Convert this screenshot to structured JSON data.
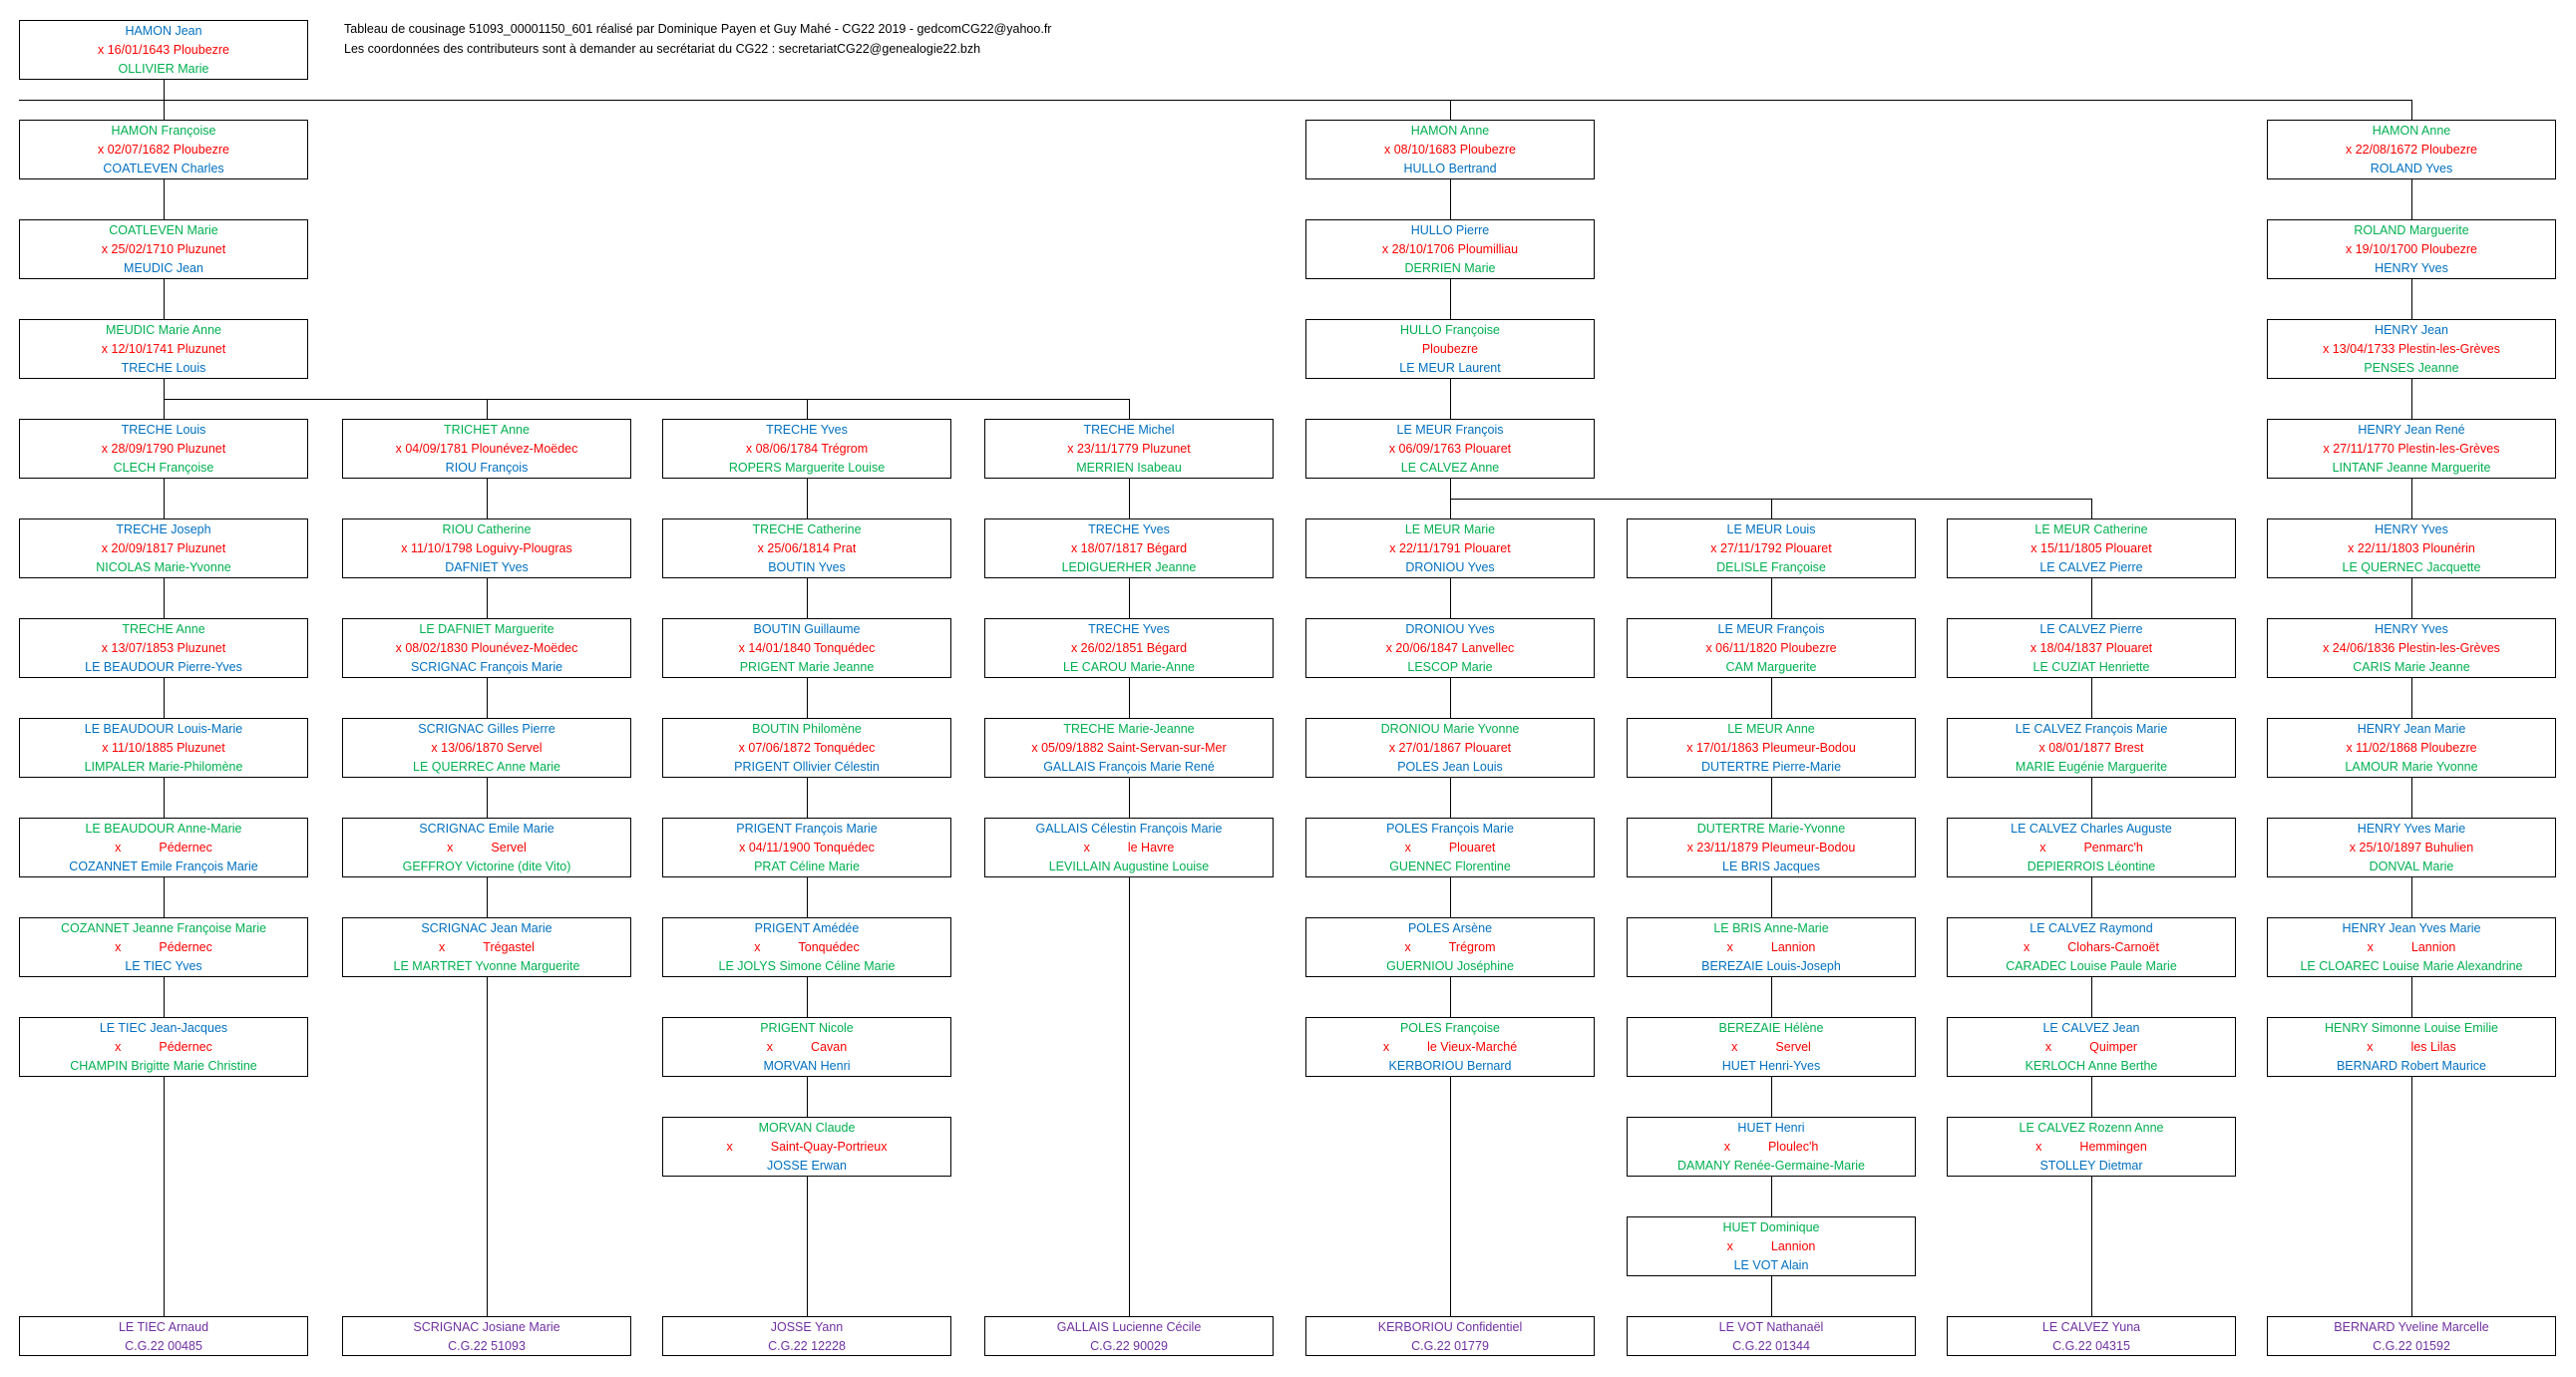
{
  "header": {
    "line1": "Tableau de cousinage 51093_00001150_601 réalisé par Dominique Payen et Guy Mahé - CG22 2019 - gedcomCG22@yahoo.fr",
    "line2": "Les coordonnées des contributeurs sont à demander au secrétariat du CG22 :  secretariatCG22@genealogie22.bzh"
  },
  "colors": {
    "blue": "#0070C0",
    "red": "#FF0000",
    "green": "#00B050",
    "purple": "#7030A0"
  },
  "root": {
    "top": "HAMON Jean",
    "top_color": "blue",
    "marriage": "x 16/01/1643 Ploubezre",
    "bottom": "OLLIVIER Marie",
    "bottom_color": "green"
  },
  "boxes": [
    {
      "col": 0,
      "row": 1,
      "top": "HAMON Françoise",
      "tc": "green",
      "mx": "",
      "marriage": "x 02/07/1682 Ploubezre",
      "bottom": "COATLEVEN Charles",
      "bc": "blue"
    },
    {
      "col": 4,
      "row": 1,
      "top": "HAMON Anne",
      "tc": "green",
      "marriage": "x 08/10/1683 Ploubezre",
      "bottom": "HULLO Bertrand",
      "bc": "blue"
    },
    {
      "col": 7,
      "row": 1,
      "top": "HAMON Anne",
      "tc": "green",
      "marriage": "x 22/08/1672 Ploubezre",
      "bottom": "ROLAND Yves",
      "bc": "blue"
    },
    {
      "col": 0,
      "row": 2,
      "top": "COATLEVEN Marie",
      "tc": "green",
      "marriage": "x 25/02/1710 Pluzunet",
      "bottom": "MEUDIC Jean",
      "bc": "blue"
    },
    {
      "col": 4,
      "row": 2,
      "top": "HULLO Pierre",
      "tc": "blue",
      "marriage": "x 28/10/1706 Ploumilliau",
      "bottom": "DERRIEN Marie",
      "bc": "green"
    },
    {
      "col": 7,
      "row": 2,
      "top": "ROLAND Marguerite",
      "tc": "green",
      "marriage": "x 19/10/1700 Ploubezre",
      "bottom": "HENRY Yves",
      "bc": "blue"
    },
    {
      "col": 0,
      "row": 3,
      "top": "MEUDIC Marie Anne",
      "tc": "green",
      "marriage": "x 12/10/1741 Pluzunet",
      "bottom": "TRECHE Louis",
      "bc": "blue"
    },
    {
      "col": 4,
      "row": 3,
      "top": "HULLO Françoise",
      "tc": "green",
      "marriage": "Ploubezre",
      "bottom": "LE MEUR Laurent",
      "bc": "blue"
    },
    {
      "col": 7,
      "row": 3,
      "top": "HENRY Jean",
      "tc": "blue",
      "marriage": "x 13/04/1733 Plestin-les-Grèves",
      "bottom": "PENSES Jeanne",
      "bc": "green"
    },
    {
      "col": 0,
      "row": 4,
      "top": "TRECHE Louis",
      "tc": "blue",
      "marriage": "x 28/09/1790 Pluzunet",
      "bottom": "CLECH Françoise",
      "bc": "green"
    },
    {
      "col": 1,
      "row": 4,
      "top": "TRICHET Anne",
      "tc": "green",
      "marriage": "x 04/09/1781 Plounévez-Moëdec",
      "bottom": "RIOU François",
      "bc": "blue"
    },
    {
      "col": 2,
      "row": 4,
      "top": "TRECHE Yves",
      "tc": "blue",
      "marriage": "x 08/06/1784 Trégrom",
      "bottom": "ROPERS Marguerite Louise",
      "bc": "green"
    },
    {
      "col": 3,
      "row": 4,
      "top": "TRECHE Michel",
      "tc": "blue",
      "marriage": "x 23/11/1779 Pluzunet",
      "bottom": "MERRIEN Isabeau",
      "bc": "green"
    },
    {
      "col": 4,
      "row": 4,
      "top": "LE MEUR François",
      "tc": "blue",
      "marriage": "x 06/09/1763 Plouaret",
      "bottom": "LE CALVEZ Anne",
      "bc": "green"
    },
    {
      "col": 7,
      "row": 4,
      "top": "HENRY Jean René",
      "tc": "blue",
      "marriage": "x 27/11/1770 Plestin-les-Grèves",
      "bottom": "LINTANF Jeanne Marguerite",
      "bc": "green"
    },
    {
      "col": 0,
      "row": 5,
      "top": "TRECHE Joseph",
      "tc": "blue",
      "marriage": "x 20/09/1817 Pluzunet",
      "bottom": "NICOLAS Marie-Yvonne",
      "bc": "green"
    },
    {
      "col": 1,
      "row": 5,
      "top": "RIOU Catherine",
      "tc": "green",
      "marriage": "x 11/10/1798 Loguivy-Plougras",
      "bottom": "DAFNIET Yves",
      "bc": "blue"
    },
    {
      "col": 2,
      "row": 5,
      "top": "TRECHE Catherine",
      "tc": "green",
      "marriage": "x 25/06/1814 Prat",
      "bottom": "BOUTIN Yves",
      "bc": "blue"
    },
    {
      "col": 3,
      "row": 5,
      "top": "TRECHE Yves",
      "tc": "blue",
      "marriage": "x 18/07/1817 Bégard",
      "bottom": "LEDIGUERHER Jeanne",
      "bc": "green"
    },
    {
      "col": 4,
      "row": 5,
      "top": "LE MEUR Marie",
      "tc": "green",
      "marriage": "x 22/11/1791 Plouaret",
      "bottom": "DRONIOU Yves",
      "bc": "blue"
    },
    {
      "col": 5,
      "row": 5,
      "top": "LE MEUR Louis",
      "tc": "blue",
      "marriage": "x 27/11/1792 Plouaret",
      "bottom": "DELISLE Françoise",
      "bc": "green"
    },
    {
      "col": 6,
      "row": 5,
      "top": "LE MEUR Catherine",
      "tc": "green",
      "marriage": "x 15/11/1805 Plouaret",
      "bottom": "LE CALVEZ Pierre",
      "bc": "blue"
    },
    {
      "col": 7,
      "row": 5,
      "top": "HENRY Yves",
      "tc": "blue",
      "marriage": "x 22/11/1803 Plounérin",
      "bottom": "LE QUERNEC Jacquette",
      "bc": "green"
    },
    {
      "col": 0,
      "row": 6,
      "top": "TRECHE Anne",
      "tc": "green",
      "marriage": "x 13/07/1853 Pluzunet",
      "bottom": "LE BEAUDOUR Pierre-Yves",
      "bc": "blue"
    },
    {
      "col": 1,
      "row": 6,
      "top": "LE DAFNIET Marguerite",
      "tc": "green",
      "marriage": "x 08/02/1830 Plounévez-Moëdec",
      "bottom": "SCRIGNAC François Marie",
      "bc": "blue"
    },
    {
      "col": 2,
      "row": 6,
      "top": "BOUTIN Guillaume",
      "tc": "blue",
      "marriage": "x 14/01/1840 Tonquédec",
      "bottom": "PRIGENT Marie Jeanne",
      "bc": "green"
    },
    {
      "col": 3,
      "row": 6,
      "top": "TRECHE Yves",
      "tc": "blue",
      "marriage": "x 26/02/1851 Bégard",
      "bottom": "LE CAROU Marie-Anne",
      "bc": "green"
    },
    {
      "col": 4,
      "row": 6,
      "top": "DRONIOU Yves",
      "tc": "blue",
      "marriage": "x 20/06/1847 Lanvellec",
      "bottom": "LESCOP Marie",
      "bc": "green"
    },
    {
      "col": 5,
      "row": 6,
      "top": "LE MEUR François",
      "tc": "blue",
      "marriage": "x 06/11/1820 Ploubezre",
      "bottom": "CAM Marguerite",
      "bc": "green"
    },
    {
      "col": 6,
      "row": 6,
      "top": "LE CALVEZ Pierre",
      "tc": "blue",
      "marriage": "x 18/04/1837 Plouaret",
      "bottom": "LE CUZIAT Henriette",
      "bc": "green"
    },
    {
      "col": 7,
      "row": 6,
      "top": "HENRY Yves",
      "tc": "blue",
      "marriage": "x 24/06/1836 Plestin-les-Grèves",
      "bottom": "CARIS Marie Jeanne",
      "bc": "green"
    },
    {
      "col": 0,
      "row": 7,
      "top": "LE BEAUDOUR Louis-Marie",
      "tc": "blue",
      "marriage": "x 11/10/1885 Pluzunet",
      "bottom": "LIMPALER Marie-Philomène",
      "bc": "green"
    },
    {
      "col": 1,
      "row": 7,
      "top": "SCRIGNAC Gilles Pierre",
      "tc": "blue",
      "marriage": "x 13/06/1870 Servel",
      "bottom": "LE QUERREC Anne Marie",
      "bc": "green"
    },
    {
      "col": 2,
      "row": 7,
      "top": "BOUTIN Philomène",
      "tc": "green",
      "marriage": "x 07/06/1872 Tonquédec",
      "bottom": "PRIGENT Ollivier Célestin",
      "bc": "blue"
    },
    {
      "col": 3,
      "row": 7,
      "top": "TRECHE Marie-Jeanne",
      "tc": "green",
      "marriage": "x 05/09/1882 Saint-Servan-sur-Mer",
      "bottom": "GALLAIS François Marie René",
      "bc": "blue"
    },
    {
      "col": 4,
      "row": 7,
      "top": "DRONIOU Marie Yvonne",
      "tc": "green",
      "marriage": "x 27/01/1867 Plouaret",
      "bottom": "POLES Jean Louis",
      "bc": "blue"
    },
    {
      "col": 5,
      "row": 7,
      "top": "LE MEUR Anne",
      "tc": "green",
      "marriage": "x 17/01/1863 Pleumeur-Bodou",
      "bottom": "DUTERTRE Pierre-Marie",
      "bc": "blue"
    },
    {
      "col": 6,
      "row": 7,
      "top": "LE CALVEZ François Marie",
      "tc": "blue",
      "marriage": "x 08/01/1877 Brest",
      "bottom": "MARIE Eugénie Marguerite",
      "bc": "green"
    },
    {
      "col": 7,
      "row": 7,
      "top": "HENRY Jean Marie",
      "tc": "blue",
      "marriage": "x 11/02/1868 Ploubezre",
      "bottom": "LAMOUR Marie Yvonne",
      "bc": "green"
    },
    {
      "col": 0,
      "row": 8,
      "top": "LE BEAUDOUR Anne-Marie",
      "tc": "green",
      "mx": "x",
      "marriage": "Pédernec",
      "bottom": "COZANNET Emile François Marie",
      "bc": "blue"
    },
    {
      "col": 1,
      "row": 8,
      "top": "SCRIGNAC Emile Marie",
      "tc": "blue",
      "mx": "x",
      "marriage": "Servel",
      "bottom": "GEFFROY Victorine (dite Vito)",
      "bc": "green"
    },
    {
      "col": 2,
      "row": 8,
      "top": "PRIGENT François Marie",
      "tc": "blue",
      "marriage": "x 04/11/1900 Tonquédec",
      "bottom": "PRAT Céline Marie",
      "bc": "green"
    },
    {
      "col": 3,
      "row": 8,
      "top": "GALLAIS Célestin François Marie",
      "tc": "blue",
      "mx": "x",
      "marriage": "le Havre",
      "bottom": "LEVILLAIN Augustine Louise",
      "bc": "green"
    },
    {
      "col": 4,
      "row": 8,
      "top": "POLES François Marie",
      "tc": "blue",
      "mx": "x",
      "marriage": "Plouaret",
      "bottom": "GUENNEC Florentine",
      "bc": "green"
    },
    {
      "col": 5,
      "row": 8,
      "top": "DUTERTRE Marie-Yvonne",
      "tc": "green",
      "marriage": "x 23/11/1879 Pleumeur-Bodou",
      "bottom": "LE BRIS Jacques",
      "bc": "blue"
    },
    {
      "col": 6,
      "row": 8,
      "top": "LE CALVEZ Charles Auguste",
      "tc": "blue",
      "mx": "x",
      "marriage": "Penmarc'h",
      "bottom": "DEPIERROIS Léontine",
      "bc": "green"
    },
    {
      "col": 7,
      "row": 8,
      "top": "HENRY Yves Marie",
      "tc": "blue",
      "marriage": "x 25/10/1897 Buhulien",
      "bottom": "DONVAL Marie",
      "bc": "green"
    },
    {
      "col": 0,
      "row": 9,
      "top": "COZANNET Jeanne Françoise Marie",
      "tc": "green",
      "mx": "x",
      "marriage": "Pédernec",
      "bottom": "LE TIEC Yves",
      "bc": "blue"
    },
    {
      "col": 1,
      "row": 9,
      "top": "SCRIGNAC Jean Marie",
      "tc": "blue",
      "mx": "x",
      "marriage": "Trégastel",
      "bottom": "LE MARTRET Yvonne Marguerite",
      "bc": "green"
    },
    {
      "col": 2,
      "row": 9,
      "top": "PRIGENT Amédée",
      "tc": "blue",
      "mx": "x",
      "marriage": "Tonquédec",
      "bottom": "LE JOLYS Simone Céline Marie",
      "bc": "green"
    },
    {
      "col": 4,
      "row": 9,
      "top": "POLES Arsène",
      "tc": "blue",
      "mx": "x",
      "marriage": "Trégrom",
      "bottom": "GUERNIOU Joséphine",
      "bc": "green"
    },
    {
      "col": 5,
      "row": 9,
      "top": "LE BRIS Anne-Marie",
      "tc": "green",
      "mx": "x",
      "marriage": "Lannion",
      "bottom": "BEREZAIE Louis-Joseph",
      "bc": "blue"
    },
    {
      "col": 6,
      "row": 9,
      "top": "LE CALVEZ Raymond",
      "tc": "blue",
      "mx": "x",
      "marriage": "Clohars-Carnoët",
      "bottom": "CARADEC Louise Paule Marie",
      "bc": "green"
    },
    {
      "col": 7,
      "row": 9,
      "top": "HENRY Jean Yves Marie",
      "tc": "blue",
      "mx": "x",
      "marriage": "Lannion",
      "bottom": "LE CLOAREC Louise Marie Alexandrine",
      "bc": "green"
    },
    {
      "col": 0,
      "row": 10,
      "top": "LE TIEC Jean-Jacques",
      "tc": "blue",
      "mx": "x",
      "marriage": "Pédernec",
      "bottom": "CHAMPIN Brigitte Marie Christine",
      "bc": "green"
    },
    {
      "col": 2,
      "row": 10,
      "top": "PRIGENT Nicole",
      "tc": "green",
      "mx": "x",
      "marriage": "Cavan",
      "bottom": "MORVAN Henri",
      "bc": "blue"
    },
    {
      "col": 4,
      "row": 10,
      "top": "POLES Françoise",
      "tc": "green",
      "mx": "x",
      "marriage": "le Vieux-Marché",
      "bottom": "KERBORIOU Bernard",
      "bc": "blue"
    },
    {
      "col": 5,
      "row": 10,
      "top": "BEREZAIE Hélène",
      "tc": "green",
      "mx": "x",
      "marriage": "Servel",
      "bottom": "HUET Henri-Yves",
      "bc": "blue"
    },
    {
      "col": 6,
      "row": 10,
      "top": "LE CALVEZ Jean",
      "tc": "blue",
      "mx": "x",
      "marriage": "Quimper",
      "bottom": "KERLOCH Anne Berthe",
      "bc": "green"
    },
    {
      "col": 7,
      "row": 10,
      "top": "HENRY Simonne Louise Emilie",
      "tc": "green",
      "mx": "x",
      "marriage": "les Lilas",
      "bottom": "BERNARD Robert Maurice",
      "bc": "blue"
    },
    {
      "col": 2,
      "row": 11,
      "top": "MORVAN Claude",
      "tc": "green",
      "mx": "x",
      "marriage": "Saint-Quay-Portrieux",
      "bottom": "JOSSE Erwan",
      "bc": "blue"
    },
    {
      "col": 5,
      "row": 11,
      "top": "HUET Henri",
      "tc": "blue",
      "mx": "x",
      "marriage": "Ploulec'h",
      "bottom": "DAMANY Renée-Germaine-Marie",
      "bc": "green"
    },
    {
      "col": 6,
      "row": 11,
      "top": "LE CALVEZ Rozenn Anne",
      "tc": "green",
      "mx": "x",
      "marriage": "Hemmingen",
      "bottom": "STOLLEY Dietmar",
      "bc": "blue"
    },
    {
      "col": 5,
      "row": 12,
      "top": "HUET Dominique",
      "tc": "green",
      "mx": "x",
      "marriage": "Lannion",
      "bottom": "LE VOT Alain",
      "bc": "blue"
    }
  ],
  "descendants": [
    {
      "col": 0,
      "name": "LE TIEC Arnaud",
      "code": "C.G.22 00485"
    },
    {
      "col": 1,
      "name": "SCRIGNAC Josiane Marie",
      "code": "C.G.22 51093"
    },
    {
      "col": 2,
      "name": "JOSSE Yann",
      "code": "C.G.22 12228"
    },
    {
      "col": 3,
      "name": "GALLAIS Lucienne Cécile",
      "code": "C.G.22 90029"
    },
    {
      "col": 4,
      "name": "KERBORIOU Confidentiel",
      "code": "C.G.22 01779"
    },
    {
      "col": 5,
      "name": "LE VOT Nathanaël",
      "code": "C.G.22 01344"
    },
    {
      "col": 6,
      "name": "LE CALVEZ Yuna",
      "code": "C.G.22 04315"
    },
    {
      "col": 7,
      "name": "BERNARD Yveline Marcelle",
      "code": "C.G.22 01592"
    }
  ]
}
